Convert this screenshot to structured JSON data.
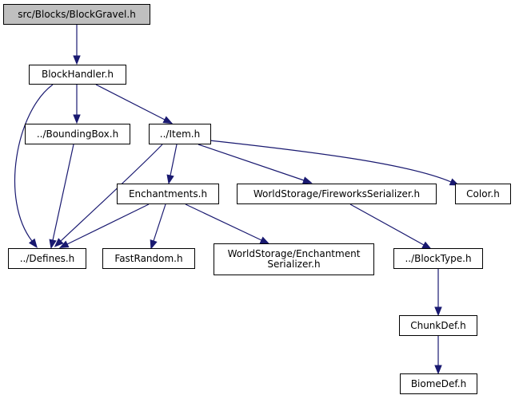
{
  "diagram": {
    "nodes": {
      "blockgravel": "src/Blocks/BlockGravel.h",
      "blockhandler": "BlockHandler.h",
      "boundingbox": "../BoundingBox.h",
      "item": "../Item.h",
      "enchantments": "Enchantments.h",
      "fireworks": "WorldStorage/FireworksSerializer.h",
      "color": "Color.h",
      "defines": "../Defines.h",
      "fastrandom": "FastRandom.h",
      "enchantmentserializer": "WorldStorage/Enchantment\nSerializer.h",
      "blocktype": "../BlockType.h",
      "chunkdef": "ChunkDef.h",
      "biomedef": "BiomeDef.h"
    },
    "edges": [
      [
        "blockgravel",
        "blockhandler"
      ],
      [
        "blockhandler",
        "defines"
      ],
      [
        "blockhandler",
        "boundingbox"
      ],
      [
        "blockhandler",
        "item"
      ],
      [
        "boundingbox",
        "defines"
      ],
      [
        "item",
        "defines"
      ],
      [
        "item",
        "enchantments"
      ],
      [
        "item",
        "fireworks"
      ],
      [
        "item",
        "color"
      ],
      [
        "enchantments",
        "defines"
      ],
      [
        "enchantments",
        "fastrandom"
      ],
      [
        "enchantments",
        "enchantmentserializer"
      ],
      [
        "fireworks",
        "blocktype"
      ],
      [
        "blocktype",
        "chunkdef"
      ],
      [
        "chunkdef",
        "biomedef"
      ]
    ],
    "colors": {
      "edge": "#191970",
      "root_fill": "#bfbfbf",
      "node_fill": "#ffffff",
      "border": "#000000"
    }
  }
}
